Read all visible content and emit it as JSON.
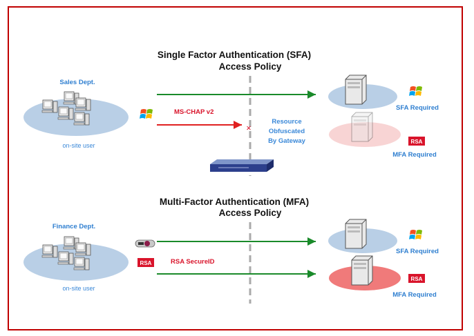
{
  "sfa": {
    "title_line1": "Single Factor Authentication (SFA)",
    "title_line2": "Access Policy",
    "group_label": "Sales Dept.",
    "user_label": "on-site user",
    "protocol_label": "MS-CHAP v2",
    "blocked_mark": "✕",
    "obfuscated_line1": "Resource",
    "obfuscated_line2": "Obfuscated",
    "obfuscated_line3": "By Gateway",
    "sfa_required": "SFA Required",
    "mfa_required": "MFA Required",
    "rsa_logo": "RSA"
  },
  "mfa": {
    "title_line1": "Multi-Factor Authentication (MFA)",
    "title_line2": "Access Policy",
    "group_label": "Finance Dept.",
    "user_label": "on-site user",
    "token_label": "RSA SecureID",
    "sfa_required": "SFA Required",
    "mfa_required": "MFA Required",
    "rsa_logo": "RSA",
    "rsa_logo_token": "RSA"
  },
  "colors": {
    "frame": "#c00000",
    "allow_arrow": "#1a8a2a",
    "deny_arrow": "#e02020",
    "ellipse_blue": "#b9cfe6",
    "ellipse_pink": "#f6c9c9",
    "ellipse_red": "#f07a7a",
    "label_blue": "#2f7fd0",
    "label_red": "#d9142b"
  },
  "icons": [
    "computer-cluster-icon",
    "server-icon",
    "windows-logo-icon",
    "rsa-logo-icon",
    "gateway-appliance-icon",
    "securid-token-icon",
    "blocked-x-icon"
  ]
}
